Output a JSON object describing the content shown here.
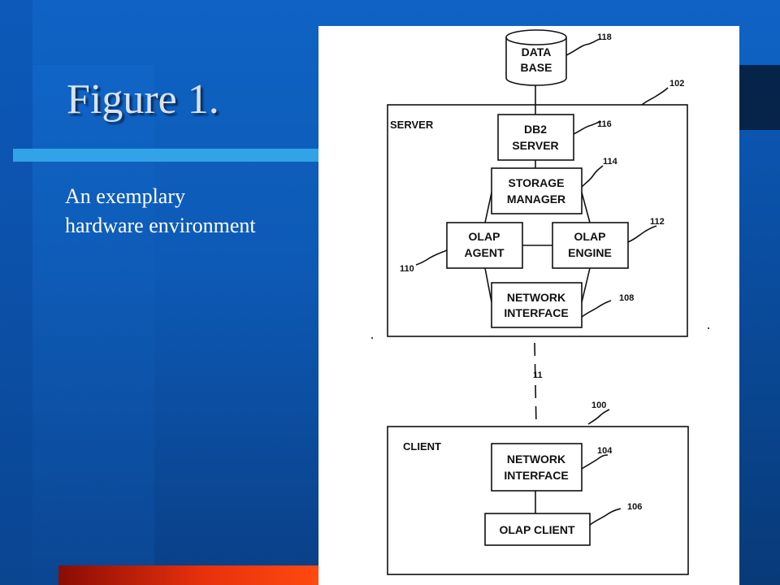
{
  "slide": {
    "title": "Figure 1.",
    "subtitle_lines": [
      "An exemplary",
      "hardware environment"
    ]
  },
  "figure": {
    "database": {
      "lines": [
        "DATA",
        "BASE"
      ],
      "ref": "118"
    },
    "server": {
      "label": "SERVER",
      "ref": "102",
      "db2_server": {
        "lines": [
          "DB2",
          "SERVER"
        ],
        "ref": "116"
      },
      "storage_manager": {
        "lines": [
          "STORAGE",
          "MANAGER"
        ],
        "ref": "114"
      },
      "olap_agent": {
        "lines": [
          "OLAP",
          "AGENT"
        ],
        "ref": "110"
      },
      "olap_engine": {
        "lines": [
          "OLAP",
          "ENGINE"
        ],
        "ref": "112"
      },
      "network_interface": {
        "lines": [
          "NETWORK",
          "INTERFACE"
        ],
        "ref": "108"
      }
    },
    "link": {
      "ref": "11"
    },
    "client": {
      "label": "CLIENT",
      "ref": "100",
      "network_interface": {
        "lines": [
          "NETWORK",
          "INTERFACE"
        ],
        "ref": "104"
      },
      "olap_client": {
        "lines": [
          "OLAP CLIENT"
        ],
        "ref": "106"
      }
    }
  },
  "colors": {
    "background": "#0d5ab6",
    "accent_bar": "#31a3e6",
    "bottom_bar": "#e8300c",
    "title_text": "#d9e3ee",
    "figure_ink": "#111111"
  }
}
